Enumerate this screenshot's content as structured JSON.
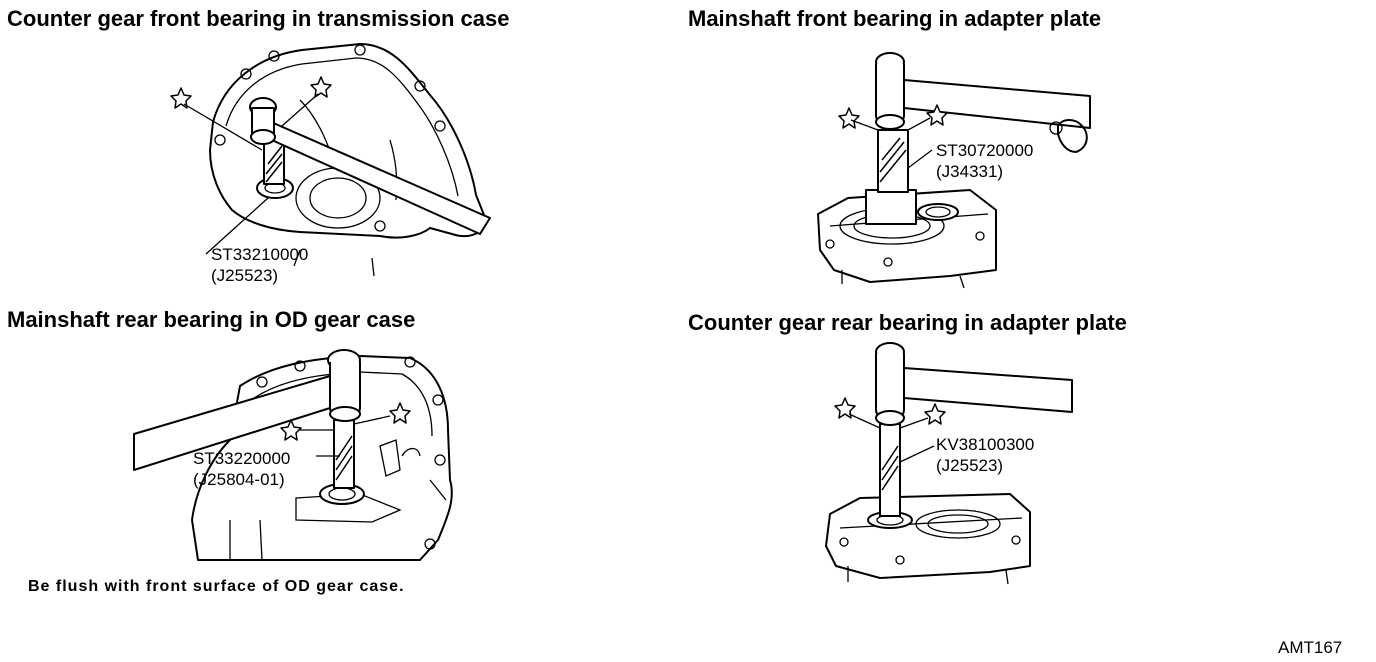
{
  "panels": [
    {
      "title": "Counter gear front bearing in transmission case",
      "tool_number": "ST33210000",
      "tool_alt": "(J25523)"
    },
    {
      "title": "Mainshaft front bearing in adapter plate",
      "tool_number": "ST30720000",
      "tool_alt": "(J34331)"
    },
    {
      "title": "Mainshaft rear bearing in OD gear case",
      "tool_number": "ST33220000",
      "tool_alt": "(J25804-01)",
      "note": "Be flush with front surface of OD gear case."
    },
    {
      "title": "Counter gear rear bearing in adapter plate",
      "tool_number": "KV38100300",
      "tool_alt": "(J25523)"
    }
  ],
  "figure_id": "AMT167"
}
